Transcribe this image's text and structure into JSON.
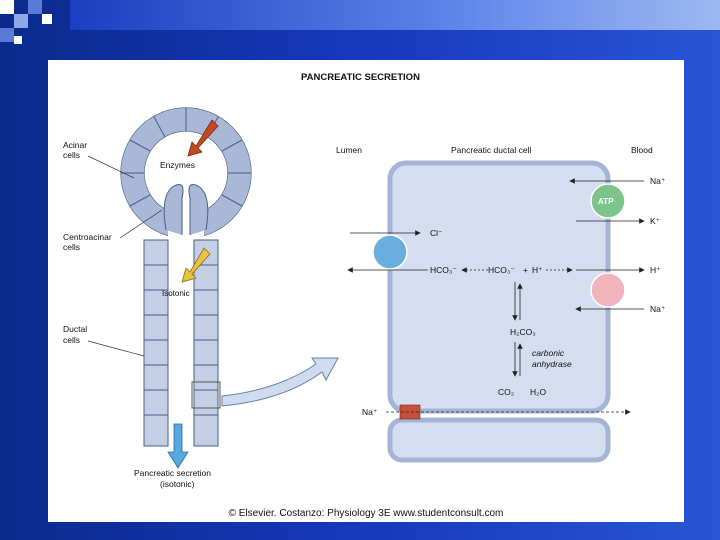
{
  "figure": {
    "title": "PANCREATIC SECRETION",
    "left_labels": {
      "acinar": [
        "Acinar",
        "cells"
      ],
      "centroacinar": [
        "Centroacinar",
        "cells"
      ],
      "ductal": [
        "Ductal",
        "cells"
      ],
      "enzymes": "Enzymes",
      "isotonic": "Isotonic",
      "secretion": [
        "Pancreatic secretion",
        "(isotonic)"
      ]
    },
    "right_labels": {
      "lumen": "Lumen",
      "cell": "Pancreatic ductal cell",
      "blood": "Blood",
      "atp": "ATP",
      "na_top": "Na⁺",
      "k": "K⁺",
      "cl": "Cl⁻",
      "hco3_out": "HCO₃⁻",
      "hco3_in": "HCO₃⁻",
      "plus": "+",
      "h_in": "H⁺",
      "h_out": "H⁺",
      "na_mid": "Na⁺",
      "h2co3": "H₂CO₃",
      "enzyme": [
        "carbonic",
        "anhydrase"
      ],
      "co2": "CO₂",
      "h2o": "H₂O",
      "na_para": "Na⁺"
    },
    "credit": "© Elsevier. Costanzo: Physiology 3E www.studentconsult.com"
  },
  "colors": {
    "cell_fill": "#a9b8d6",
    "cell_stroke": "#4a5d85",
    "ductal_cell_fill": "#d4def0",
    "cl_transporter": "#6aaee0",
    "atp_pump": "#7cc48a",
    "na_h_exchanger": "#f0b4bc",
    "enzyme_arrow": "#c24a24",
    "isotonic_arrow": "#e8c440",
    "secretion_arrow": "#5aa7e0"
  }
}
